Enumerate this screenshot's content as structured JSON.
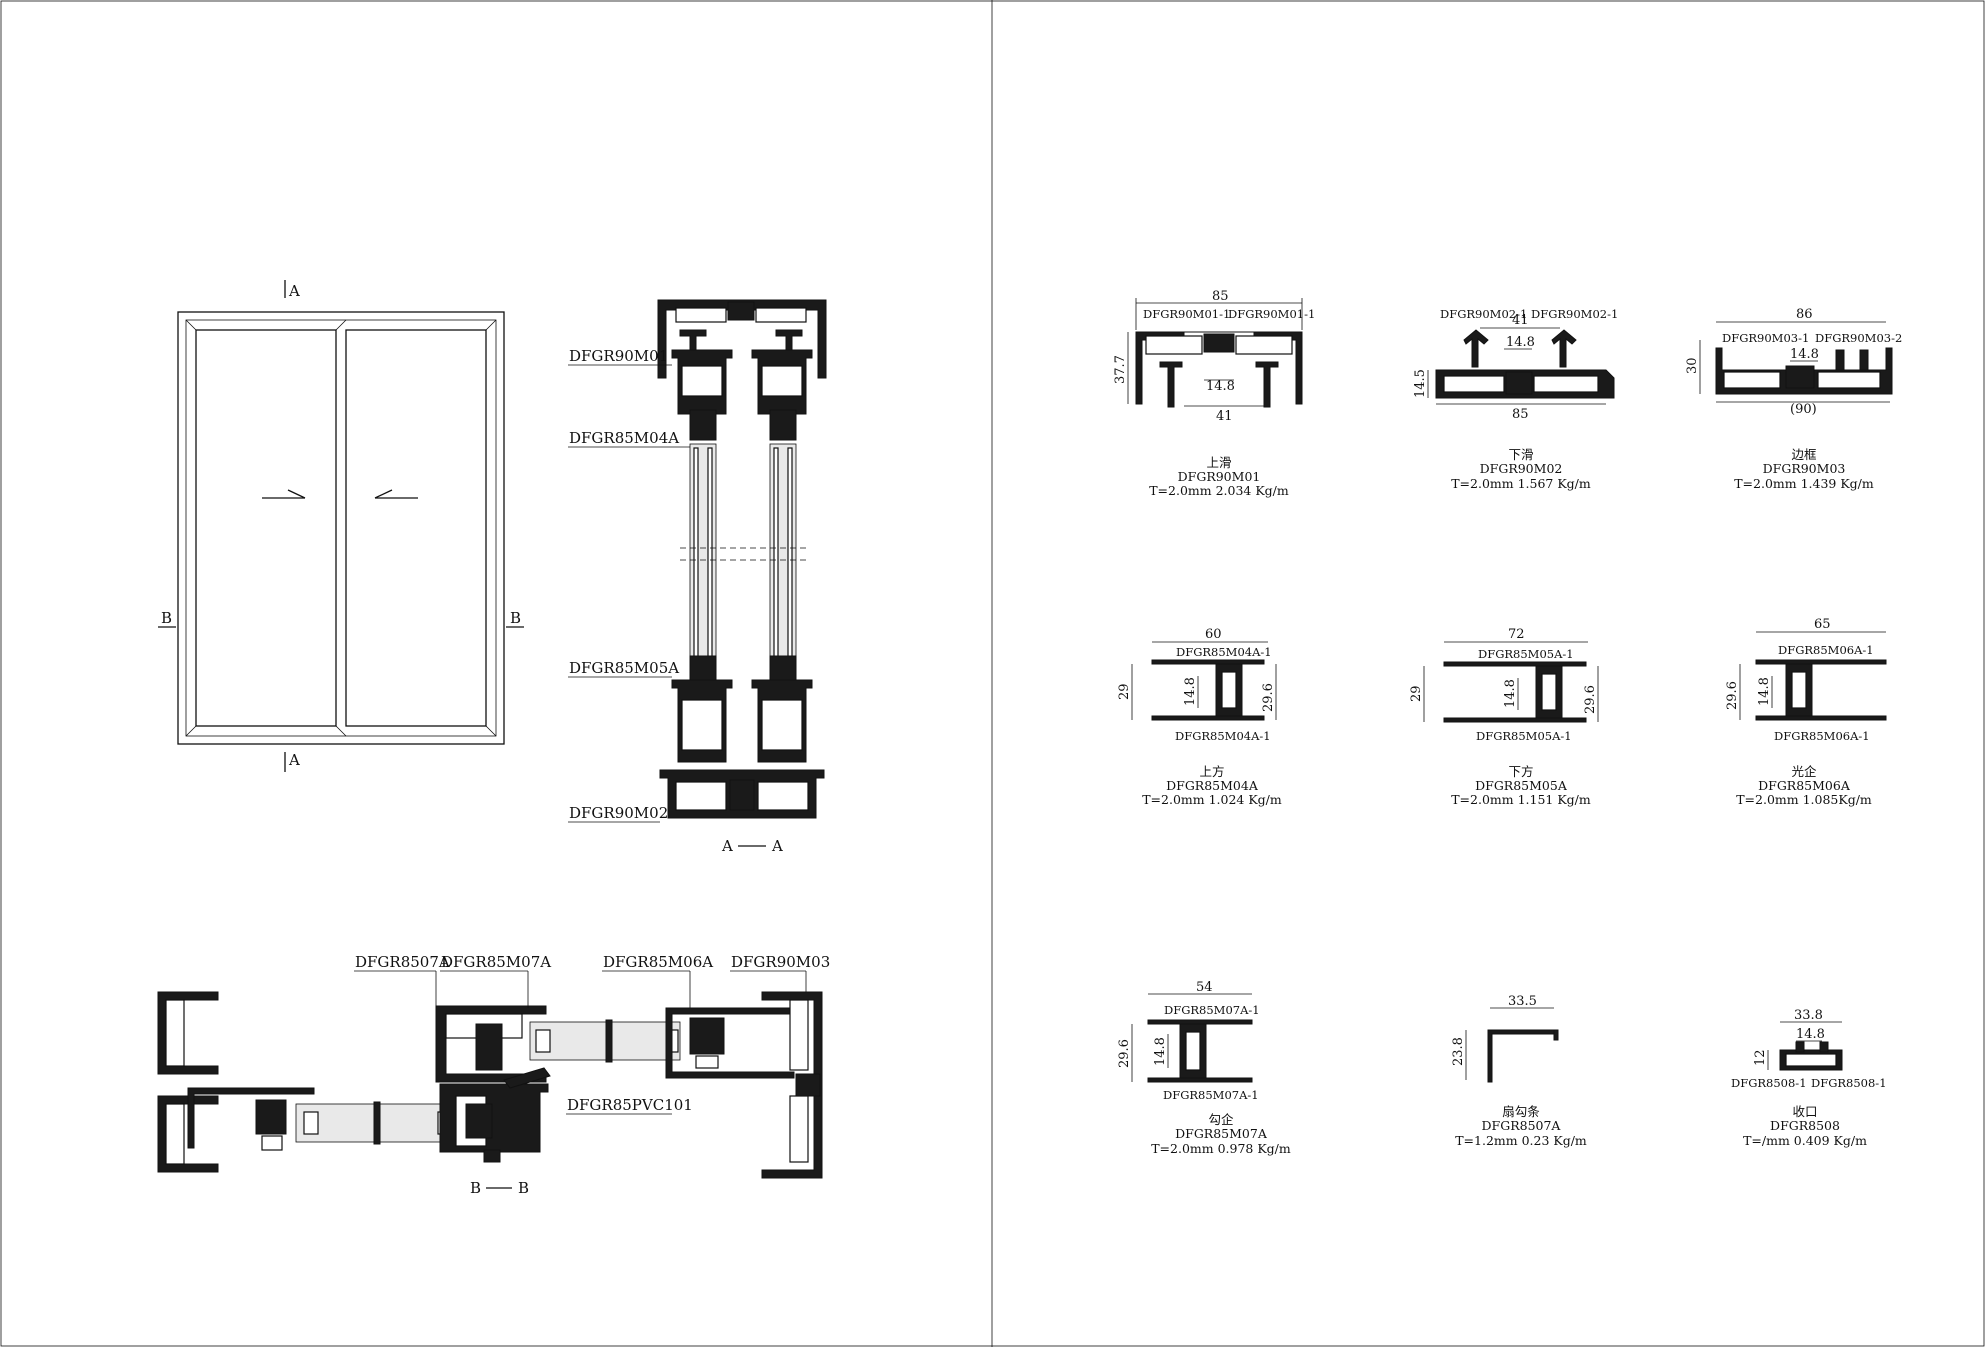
{
  "section_marks": {
    "a_top": "A",
    "a_bottom": "A",
    "b_left": "B",
    "b_right": "B"
  },
  "section_view_aa": {
    "labels": [
      "DFGR90M01",
      "DFGR85M04A",
      "DFGR85M05A",
      "DFGR90M02"
    ],
    "caption_a1": "A",
    "caption_a2": "A"
  },
  "section_view_bb": {
    "labels": [
      "DFGR8507A",
      "DFGR85M07A",
      "DFGR85M06A",
      "DFGR90M03",
      "DFGR85PVC101"
    ],
    "caption_b1": "B",
    "caption_b2": "B"
  },
  "profiles": [
    {
      "name": "上滑",
      "code": "DFGR90M01",
      "spec": "T=2.0mm 2.034 Kg/m",
      "dims": [
        "85",
        "37.7",
        "14.8",
        "41"
      ],
      "tags": [
        "DFGR90M01-1",
        "DFGR90M01-1"
      ]
    },
    {
      "name": "下滑",
      "code": "DFGR90M02",
      "spec": "T=2.0mm 1.567 Kg/m",
      "dims": [
        "41",
        "14.8",
        "14.5",
        "85"
      ],
      "tags": [
        "DFGR90M02-1",
        "DFGR90M02-1"
      ]
    },
    {
      "name": "边框",
      "code": "DFGR90M03",
      "spec": "T=2.0mm 1.439 Kg/m",
      "dims": [
        "86",
        "14.8",
        "30",
        "(90)"
      ],
      "tags": [
        "DFGR90M03-1",
        "DFGR90M03-2"
      ]
    },
    {
      "name": "上方",
      "code": "DFGR85M04A",
      "spec": "T=2.0mm 1.024 Kg/m",
      "dims": [
        "60",
        "29",
        "14.8",
        "29.6"
      ],
      "tags": [
        "DFGR85M04A-1",
        "DFGR85M04A-1"
      ]
    },
    {
      "name": "下方",
      "code": "DFGR85M05A",
      "spec": "T=2.0mm 1.151 Kg/m",
      "dims": [
        "72",
        "29",
        "14.8",
        "29.6"
      ],
      "tags": [
        "DFGR85M05A-1",
        "DFGR85M05A-1"
      ]
    },
    {
      "name": "光企",
      "code": "DFGR85M06A",
      "spec": "T=2.0mm 1.085Kg/m",
      "dims": [
        "65",
        "29.6",
        "14.8"
      ],
      "tags": [
        "DFGR85M06A-1",
        "DFGR85M06A-1"
      ]
    },
    {
      "name": "勾企",
      "code": "DFGR85M07A",
      "spec": "T=2.0mm 0.978 Kg/m",
      "dims": [
        "54",
        "29.6",
        "14.8"
      ],
      "tags": [
        "DFGR85M07A-1",
        "DFGR85M07A-1"
      ]
    },
    {
      "name": "扇勾条",
      "code": "DFGR8507A",
      "spec": "T=1.2mm 0.23 Kg/m",
      "dims": [
        "33.5",
        "23.8"
      ],
      "tags": []
    },
    {
      "name": "收口",
      "code": "DFGR8508",
      "spec": "T=/mm 0.409 Kg/m",
      "dims": [
        "33.8",
        "14.8",
        "12"
      ],
      "tags": [
        "DFGR8508-1",
        "DFGR8508-1"
      ]
    }
  ]
}
